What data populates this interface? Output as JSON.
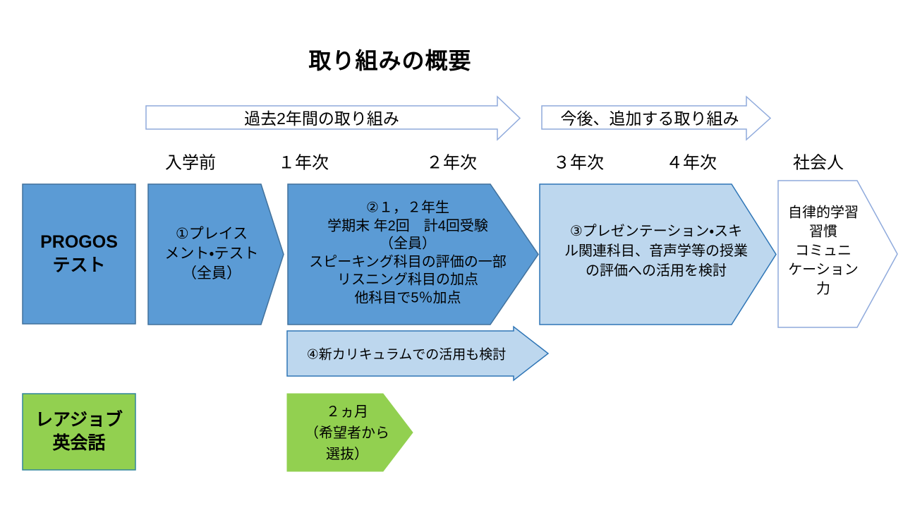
{
  "title": "取り組みの概要",
  "colors": {
    "blue_fill": "#5B9BD5",
    "blue_border": "#41719C",
    "light_blue_fill": "#BDD7EE",
    "light_blue_border": "#2E75B6",
    "green_fill": "#92D050",
    "green_border": "#31859C",
    "banner_fill": "#FFFFFF",
    "banner_border": "#8FAADC",
    "white_fill": "#FFFFFF",
    "text": "#000000"
  },
  "banners": {
    "past": "過去2年間の取り組み",
    "future": "今後、追加する取り組み"
  },
  "timeline": {
    "labels": [
      "入学前",
      "１年次",
      "２年次",
      "３年次",
      "４年次",
      "社会人"
    ]
  },
  "rows": {
    "progos_label": "PROGOS\nテスト",
    "rarejob_label": "レアジョブ\n英会話"
  },
  "steps": {
    "placement": "①プレイス\nメント・テスト\n（全員）",
    "regular_tests": "②１，２年生\n学期末 年2回　計4回受験\n（全員）\nスピーキング科目の評価の一部\nリスニング科目の加点\n他科目で5％加点",
    "future_use": "③プレゼンテーション・スキ\nル関連科目、音声学等の授業\nの評価への活用を検討",
    "new_curriculum": "④新カリキュラムでの活用も検討",
    "outcome": "自律的学習\n習慣\nコミュニ\nケーション\n力",
    "rarejob_period": "２ヵ月\n（希望者から\n選抜）"
  }
}
